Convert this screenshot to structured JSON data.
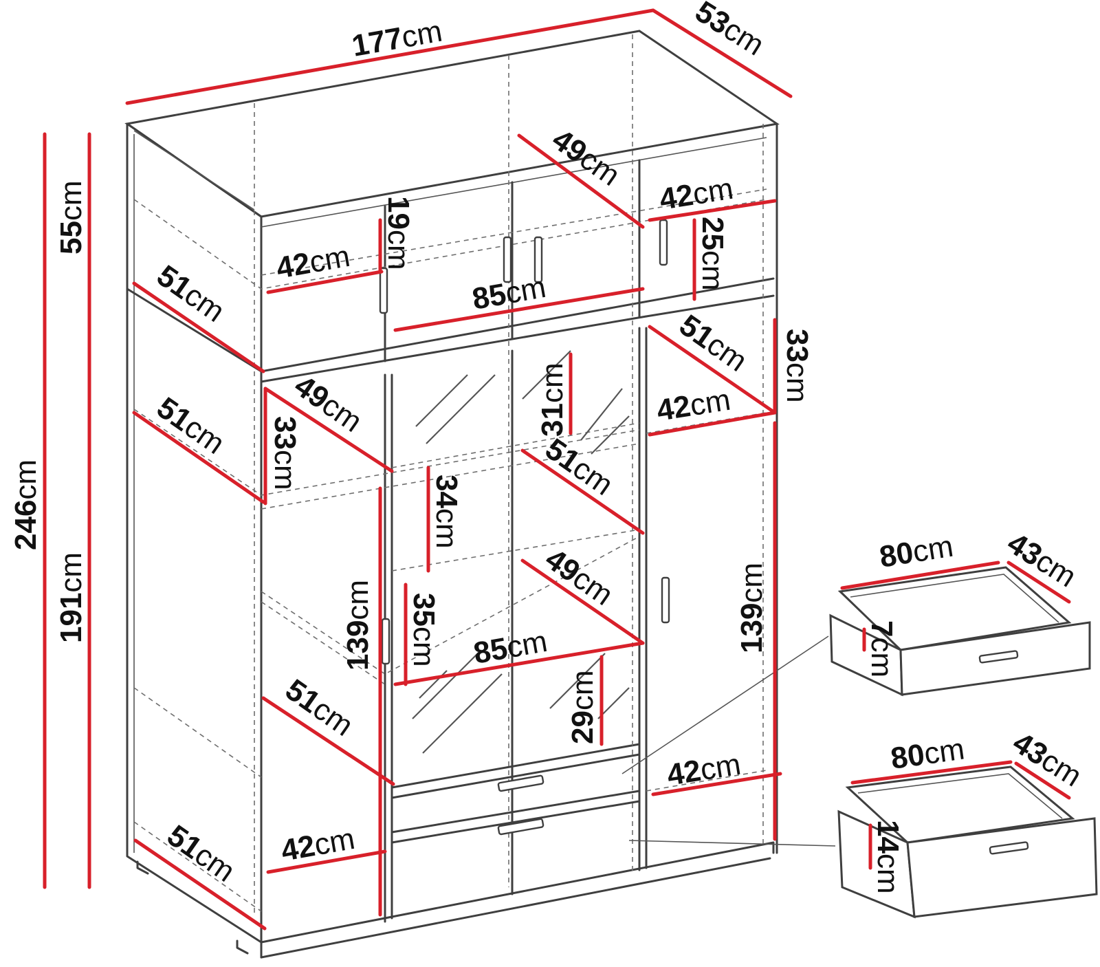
{
  "colors": {
    "dimension_line": "#d8202a",
    "outline": "#3f3f3f",
    "background": "#ffffff"
  },
  "labels": {
    "total_width": {
      "num": "177",
      "unit": "cm"
    },
    "total_depth": {
      "num": "53",
      "unit": "cm"
    },
    "total_height": {
      "num": "246",
      "unit": "cm"
    },
    "top_height": {
      "num": "55",
      "unit": "cm"
    },
    "lower_height": {
      "num": "191",
      "unit": "cm"
    },
    "top_left_shelf_w": {
      "num": "42",
      "unit": "cm"
    },
    "top_left_h": {
      "num": "19",
      "unit": "cm"
    },
    "top_mid_depth": {
      "num": "49",
      "unit": "cm"
    },
    "top_mid_width": {
      "num": "85",
      "unit": "cm"
    },
    "top_right_w": {
      "num": "42",
      "unit": "cm"
    },
    "top_right_h": {
      "num": "25",
      "unit": "cm"
    },
    "top_left_depth": {
      "num": "51",
      "unit": "cm"
    },
    "upper_right_depth": {
      "num": "51",
      "unit": "cm"
    },
    "upper_right_h": {
      "num": "33",
      "unit": "cm"
    },
    "upper_right_w": {
      "num": "42",
      "unit": "cm"
    },
    "left_shelf_depth": {
      "num": "51",
      "unit": "cm"
    },
    "left_shelf_h": {
      "num": "33",
      "unit": "cm"
    },
    "left_inner_depth": {
      "num": "49",
      "unit": "cm"
    },
    "mid_top_h": {
      "num": "31",
      "unit": "cm"
    },
    "mid_shelf_depth": {
      "num": "51",
      "unit": "cm"
    },
    "mid_h_34": {
      "num": "34",
      "unit": "cm"
    },
    "mid_depth_49": {
      "num": "49",
      "unit": "cm"
    },
    "mid_h_35": {
      "num": "35",
      "unit": "cm"
    },
    "mid_width_85": {
      "num": "85",
      "unit": "cm"
    },
    "mid_h_29": {
      "num": "29",
      "unit": "cm"
    },
    "left_door_h": {
      "num": "139",
      "unit": "cm"
    },
    "left_low_depth": {
      "num": "51",
      "unit": "cm"
    },
    "left_low_w": {
      "num": "42",
      "unit": "cm"
    },
    "bottom_depth": {
      "num": "51",
      "unit": "cm"
    },
    "right_door_h": {
      "num": "139",
      "unit": "cm"
    },
    "right_low_w": {
      "num": "42",
      "unit": "cm"
    },
    "drawer1_w": {
      "num": "80",
      "unit": "cm"
    },
    "drawer1_d": {
      "num": "43",
      "unit": "cm"
    },
    "drawer1_h": {
      "num": "7",
      "unit": "cm"
    },
    "drawer2_w": {
      "num": "80",
      "unit": "cm"
    },
    "drawer2_d": {
      "num": "43",
      "unit": "cm"
    },
    "drawer2_h": {
      "num": "14",
      "unit": "cm"
    }
  }
}
